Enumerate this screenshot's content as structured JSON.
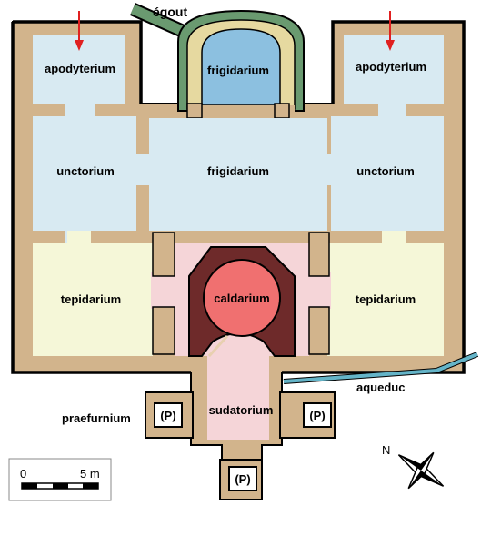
{
  "labels": {
    "egout": "égout",
    "apodyterium_left": "apodyterium",
    "apodyterium_right": "apodyterium",
    "frigidarium_pool": "frigidarium",
    "frigidarium_hall": "frigidarium",
    "unctorium_left": "unctorium",
    "unctorium_right": "unctorium",
    "tepidarium_left": "tepidarium",
    "tepidarium_right": "tepidarium",
    "caldarium": "caldarium",
    "sudatorium": "sudatorium",
    "praefurnium": "praefurnium",
    "aqueduc": "aqueduc",
    "furnace_left": "(P)",
    "furnace_right": "(P)",
    "furnace_bottom": "(P)"
  },
  "scale_bar": {
    "start": "0",
    "end": "5 m"
  },
  "compass": {
    "label": "N"
  },
  "colors": {
    "wall": "#d2b48c",
    "outline": "#000000",
    "cold_room": "#d8eaf2",
    "warm_room": "#f5f7d8",
    "hot_room": "#f5d5d8",
    "caldarium_core": "#6e2a2a",
    "caldarium_pool": "#f07070",
    "frigidarium_pool": "#8cc0e0",
    "pool_rim": "#e6d9a0",
    "pool_outer": "#6a9a70",
    "water": "#64b4c8",
    "arrow": "#e02020"
  }
}
